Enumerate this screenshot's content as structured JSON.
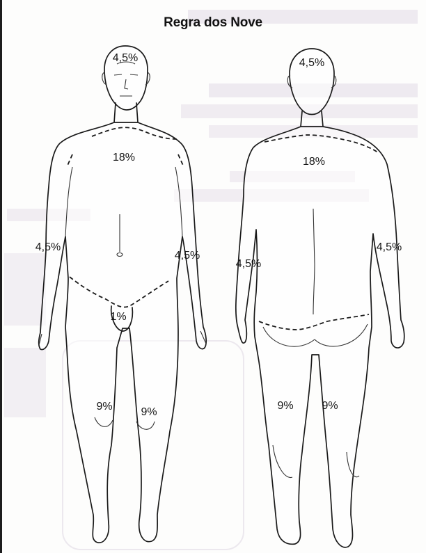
{
  "title": "Regra dos Nove",
  "front": {
    "head": "4,5%",
    "trunk": "18%",
    "right_arm": "4,5%",
    "left_arm": "4,5%",
    "genitals": "1%",
    "right_leg": "9%",
    "left_leg": "9%"
  },
  "back": {
    "head": "4,5%",
    "trunk": "18%",
    "left_arm": "4,5%",
    "right_arm": "4,5%",
    "left_leg": "9%",
    "right_leg": "9%"
  }
}
